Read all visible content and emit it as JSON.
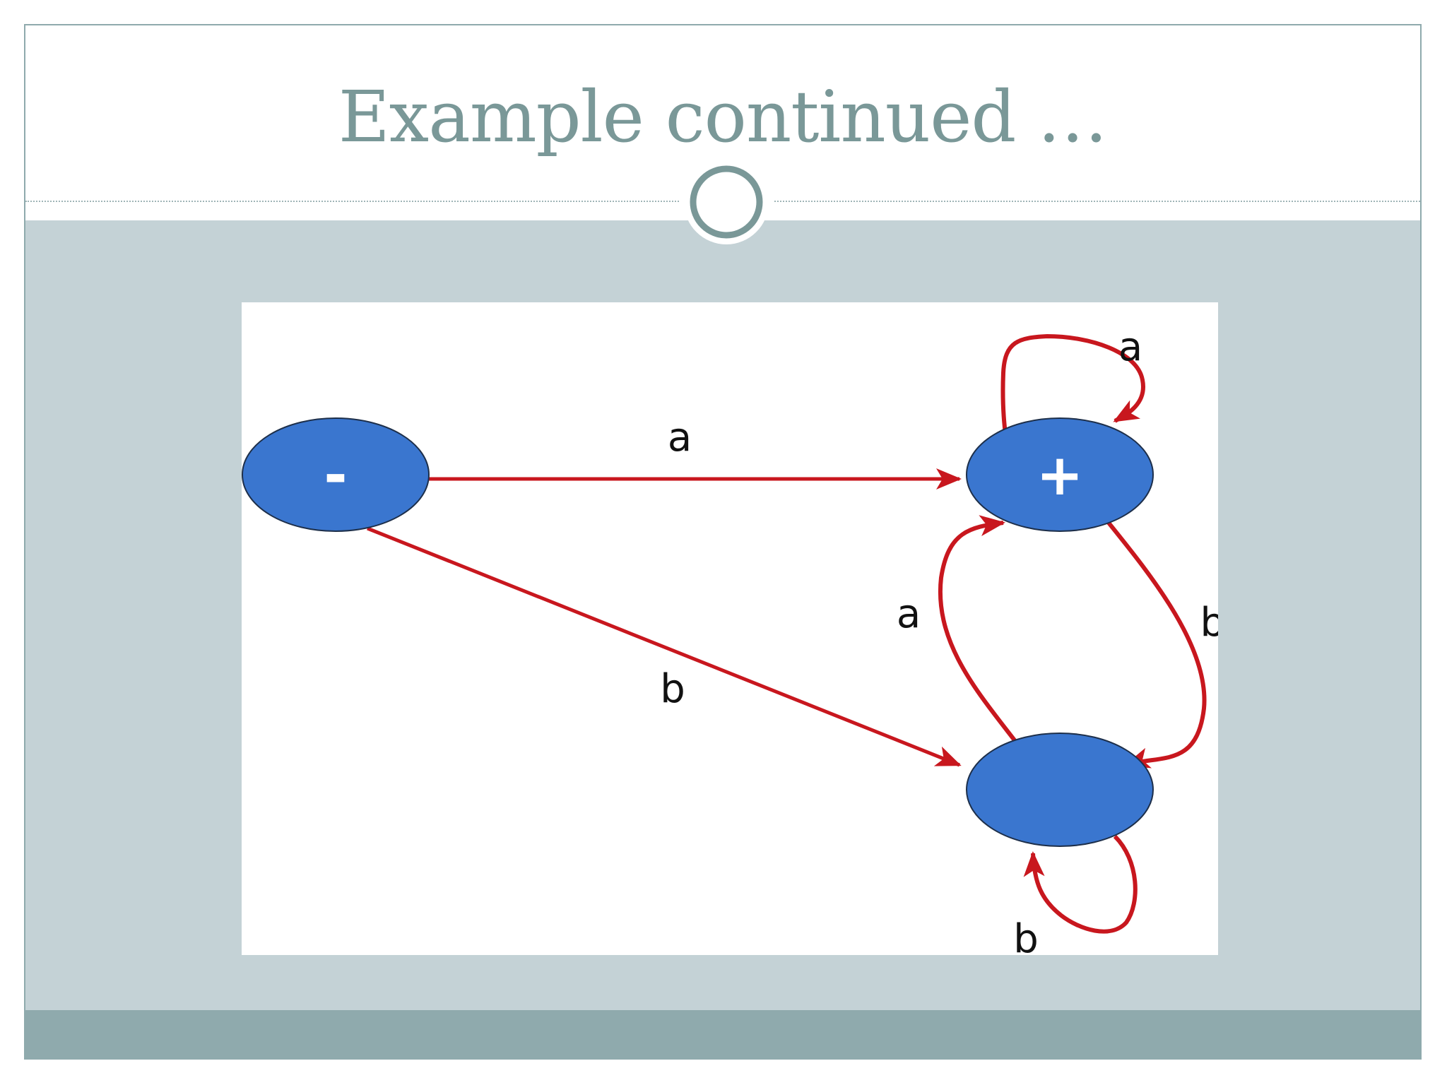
{
  "slide": {
    "title": "Example continued …"
  },
  "theme": {
    "title_color": "#7a9898",
    "content_band_color": "#c4d2d6",
    "footer_band_color": "#8faaad",
    "state_color": "#3a76cf",
    "edge_color": "#c8171e"
  },
  "diagram": {
    "states": [
      {
        "id": "start",
        "label": "-"
      },
      {
        "id": "final",
        "label": "+"
      },
      {
        "id": "other",
        "label": ""
      }
    ],
    "edges": [
      {
        "from": "start",
        "to": "final",
        "label": "a"
      },
      {
        "from": "start",
        "to": "other",
        "label": "b"
      },
      {
        "from": "final",
        "to": "final",
        "label": "a"
      },
      {
        "from": "final",
        "to": "other",
        "label": "b"
      },
      {
        "from": "other",
        "to": "final",
        "label": "a"
      },
      {
        "from": "other",
        "to": "other",
        "label": "b"
      }
    ]
  }
}
